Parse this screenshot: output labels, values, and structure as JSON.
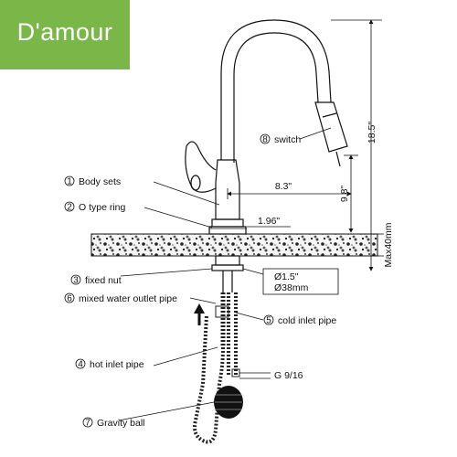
{
  "brand": {
    "name": "D'amour",
    "color": "#7ab648"
  },
  "dimensions": {
    "height_total": "18.5\"",
    "spout_reach": "8.3\"",
    "spout_height": "9.8\"",
    "base_width": "1.96\"",
    "deck_thickness": "Max40mm",
    "hole_inch": "Ø1.5\"",
    "hole_mm": "Ø38mm",
    "thread": "G 9/16"
  },
  "parts": [
    {
      "num": "1",
      "label": "Body sets"
    },
    {
      "num": "2",
      "label": "O type ring"
    },
    {
      "num": "3",
      "label": "fixed nut"
    },
    {
      "num": "4",
      "label": "hot inlet pipe"
    },
    {
      "num": "5",
      "label": "cold inlet pipe"
    },
    {
      "num": "6",
      "label": "mixed water outlet pipe"
    },
    {
      "num": "7",
      "label": "Gravity ball"
    },
    {
      "num": "8",
      "label": "switch"
    }
  ],
  "icons": {
    "flow_arrow": "up-arrow-icon",
    "countertop": "granite-countertop"
  }
}
